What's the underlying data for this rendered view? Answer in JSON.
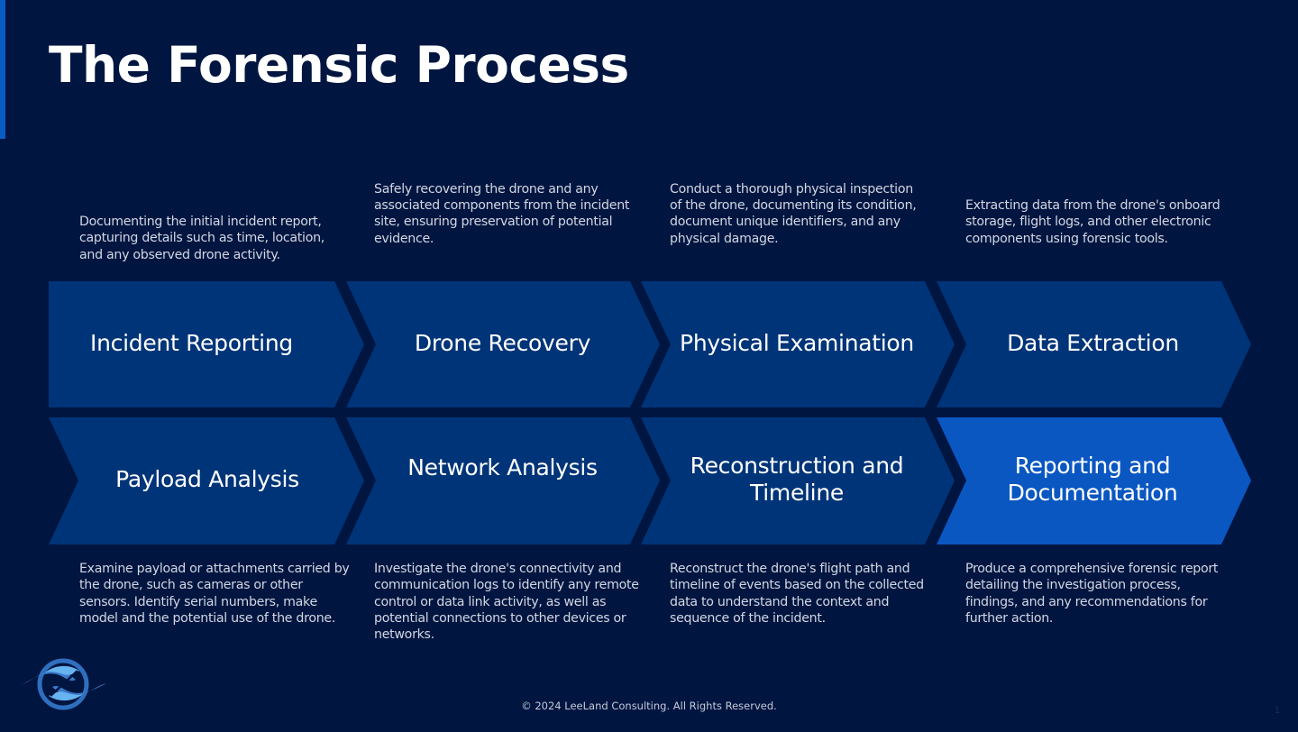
{
  "slide": {
    "title": "The Forensic Process",
    "footer": "© 2024 LeeLand Consulting. All Rights Reserved.",
    "page_number": "1",
    "logo": "company-logo-icon"
  },
  "colors": {
    "background": "#001540",
    "chevron": "#003478",
    "chevron_highlight": "#0a57c2",
    "accent_bar": "#0a5cc4"
  },
  "steps": [
    {
      "label": "Incident Reporting",
      "description": "Documenting the initial incident report, capturing details such as time, location, and any observed drone activity.",
      "highlighted": false
    },
    {
      "label": "Drone Recovery",
      "description": "Safely recovering the drone and any associated components from the incident site, ensuring preservation of potential evidence.",
      "highlighted": false
    },
    {
      "label": "Physical Examination",
      "description": "Conduct a thorough physical inspection of the drone, documenting its condition, document unique identifiers, and any physical damage.",
      "highlighted": false
    },
    {
      "label": "Data Extraction",
      "description": "Extracting data from the drone's onboard storage, flight logs, and other electronic components using forensic tools.",
      "highlighted": false
    },
    {
      "label": "Payload Analysis",
      "description": "Examine payload or attachments carried by the drone, such as cameras or other sensors. Identify serial numbers, make model and the potential use of the drone.",
      "highlighted": false
    },
    {
      "label": "Network Analysis",
      "description": "Investigate the drone's connectivity and communication logs to identify any remote control or data link activity, as well as potential connections to other devices or networks.",
      "highlighted": false
    },
    {
      "label": "Reconstruction and Timeline",
      "description": "Reconstruct the drone's flight path and timeline of events based on the collected data to understand the context and sequence of the incident.",
      "highlighted": false
    },
    {
      "label": "Reporting and Documentation",
      "description": "Produce a comprehensive forensic report detailing the investigation process, findings, and any recommendations for further action.",
      "highlighted": true
    }
  ]
}
